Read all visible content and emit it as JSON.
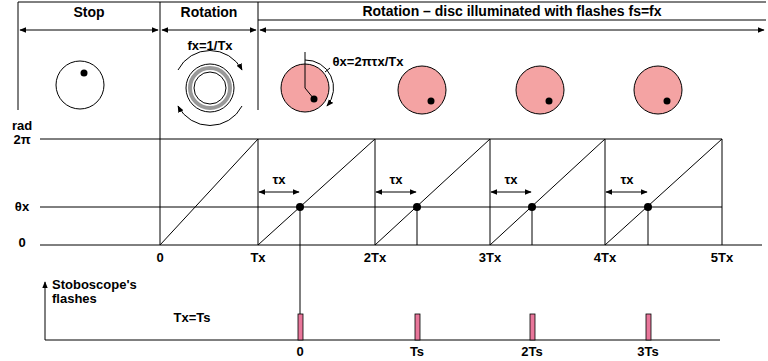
{
  "diagram": {
    "nodes": [
      {
        "text": [
          "Stop"
        ]
      },
      {
        "text": [
          "Rotation"
        ]
      },
      {
        "text": [
          "Rotation – disc illuminated with flashes fs=fx"
        ]
      }
    ],
    "labels": [
      "fx=1/Tx",
      "θx=2πτx/Tx",
      "rad",
      "2π",
      "θx",
      "0",
      "0",
      "Tx",
      "2Tx",
      "3Tx",
      "4Tx",
      "5Tx",
      "τx",
      "τx",
      "τx",
      "τx",
      "Stoboscope's flashes",
      "Tx=Ts",
      "0",
      "Ts",
      "2Ts",
      "3Ts"
    ]
  }
}
